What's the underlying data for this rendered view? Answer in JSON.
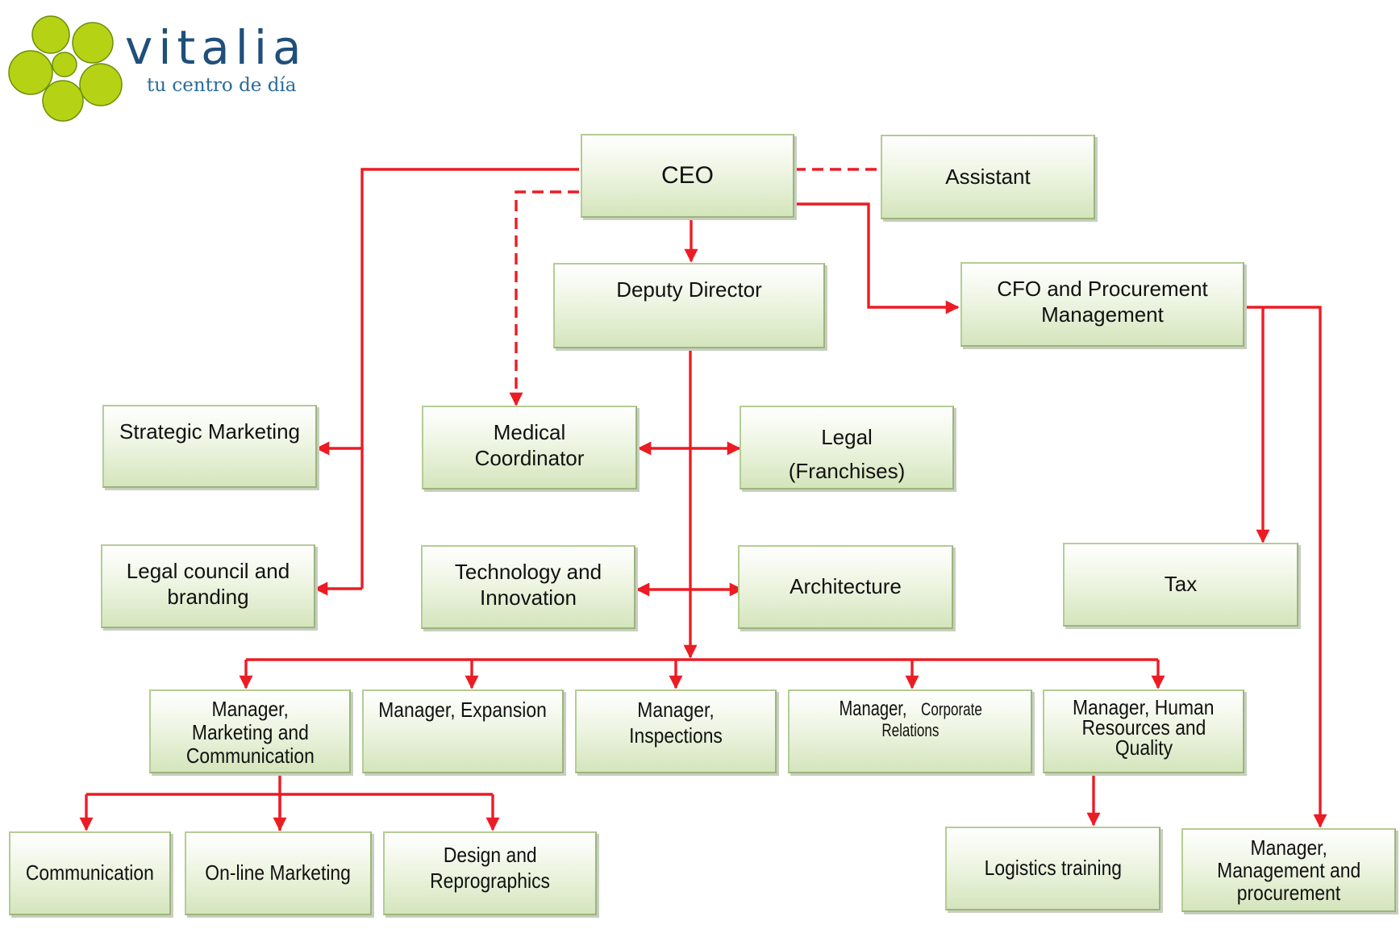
{
  "brand": {
    "name": "vitalia",
    "tagline": "tu centro de día",
    "colors": {
      "circles": "#b5d314",
      "name": "#1f4f7b",
      "tagline": "#2a6b9c"
    }
  },
  "colors": {
    "connector": "#ec1c24",
    "box_top": "#ffffff",
    "box_bottom": "#d4e5bc",
    "box_border": "#b4cc95"
  },
  "chart": {
    "nodes": {
      "ceo": {
        "lines": [
          "CEO"
        ]
      },
      "assistant": {
        "lines": [
          "Assistant"
        ]
      },
      "deputy_director": {
        "lines": [
          "Deputy Director"
        ]
      },
      "cfo": {
        "lines": [
          "CFO and Procurement",
          "Management"
        ]
      },
      "strategic_marketing": {
        "lines": [
          "Strategic Marketing"
        ]
      },
      "medical_coordinator": {
        "lines": [
          "Medical",
          "Coordinator"
        ]
      },
      "legal": {
        "lines": [
          "Legal",
          "(Franchises)"
        ]
      },
      "legal_council": {
        "lines": [
          "Legal council and",
          "branding"
        ]
      },
      "technology": {
        "lines": [
          "Technology and",
          "Innovation"
        ]
      },
      "architecture": {
        "lines": [
          "Architecture"
        ]
      },
      "tax": {
        "lines": [
          "Tax"
        ]
      },
      "mgr_marketing": {
        "lines": [
          "Manager,",
          "Marketing and",
          "Communication"
        ]
      },
      "mgr_expansion": {
        "lines": [
          "Manager, Expansion"
        ]
      },
      "mgr_inspections": {
        "lines": [
          "Manager, Inspections"
        ]
      },
      "mgr_corporate": {
        "lines": [
          "Manager,",
          "Corporate",
          "Relations"
        ]
      },
      "mgr_hr": {
        "lines": [
          "Manager, Human",
          "Resources and",
          "Quality"
        ]
      },
      "communication": {
        "lines": [
          "Communication"
        ]
      },
      "online_marketing": {
        "lines": [
          "On-line Marketing"
        ]
      },
      "design": {
        "lines": [
          "Design and",
          "Reprographics"
        ]
      },
      "logistics": {
        "lines": [
          "Logistics training"
        ]
      },
      "mgr_procurement": {
        "lines": [
          "Manager,",
          "Management and",
          "procurement"
        ]
      }
    },
    "edges": [
      {
        "from": "ceo",
        "to": "assistant",
        "style": "dashed"
      },
      {
        "from": "ceo",
        "to": "deputy_director",
        "style": "solid"
      },
      {
        "from": "ceo",
        "to": "cfo",
        "style": "solid"
      },
      {
        "from": "ceo",
        "to": "medical_coordinator",
        "style": "dashed"
      },
      {
        "from": "ceo",
        "to": "strategic_marketing",
        "style": "solid"
      },
      {
        "from": "ceo",
        "to": "legal_council",
        "style": "solid"
      },
      {
        "from": "deputy_director",
        "to": "medical_coordinator",
        "style": "solid"
      },
      {
        "from": "deputy_director",
        "to": "legal",
        "style": "solid"
      },
      {
        "from": "deputy_director",
        "to": "technology",
        "style": "solid"
      },
      {
        "from": "deputy_director",
        "to": "architecture",
        "style": "solid"
      },
      {
        "from": "deputy_director",
        "to": "mgr_marketing",
        "style": "solid"
      },
      {
        "from": "deputy_director",
        "to": "mgr_expansion",
        "style": "solid"
      },
      {
        "from": "deputy_director",
        "to": "mgr_inspections",
        "style": "solid"
      },
      {
        "from": "deputy_director",
        "to": "mgr_corporate",
        "style": "solid"
      },
      {
        "from": "deputy_director",
        "to": "mgr_hr",
        "style": "solid"
      },
      {
        "from": "cfo",
        "to": "tax",
        "style": "solid"
      },
      {
        "from": "cfo",
        "to": "mgr_procurement",
        "style": "solid"
      },
      {
        "from": "mgr_marketing",
        "to": "communication",
        "style": "solid"
      },
      {
        "from": "mgr_marketing",
        "to": "online_marketing",
        "style": "solid"
      },
      {
        "from": "mgr_marketing",
        "to": "design",
        "style": "solid"
      },
      {
        "from": "mgr_hr",
        "to": "logistics",
        "style": "solid"
      }
    ]
  }
}
